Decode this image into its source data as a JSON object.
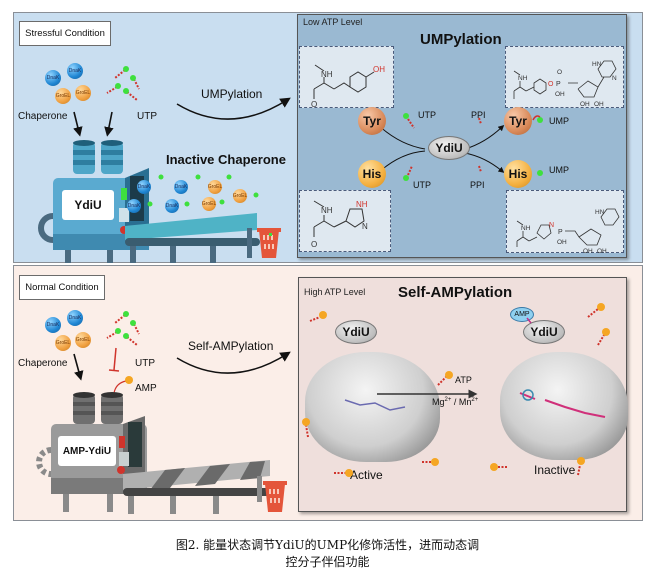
{
  "top_panel": {
    "condition_label": "Stressful Condition",
    "chaperone_label": "Chaperone",
    "utp_label": "UTP",
    "arrow_label": "UMPylation",
    "machine_label": "YdiU",
    "output_label": "Inactive Chaperone",
    "chaperones": [
      "DnaK",
      "DnaK",
      "GroEL",
      "GroEL"
    ],
    "belt_items": [
      "DnaK",
      "DnaK",
      "GroEL",
      "DnaK",
      "DnaK",
      "GroEL",
      "GroEL"
    ],
    "inner": {
      "level_label": "Low ATP Level",
      "title": "UMPylation",
      "enzyme": "YdiU",
      "tyr_label": "Tyr",
      "his_label": "His",
      "utp_label_top": "UTP",
      "ppi_label_top": "PPI",
      "utp_label_bottom": "UTP",
      "ppi_label_bottom": "PPI",
      "ump_label_top": "UMP",
      "ump_label_bottom": "UMP",
      "structures": {
        "tyr_substrate": {
          "nh": "NH",
          "oh": "OH",
          "o": "O"
        },
        "his_substrate": {
          "nh": "NH",
          "nh_ring": "NH",
          "n": "N",
          "o": "O"
        },
        "tyr_product": {
          "nh": "NH",
          "o": "O",
          "p": "P",
          "oh": "OH",
          "hn": "HN",
          "n": "N",
          "ribose_oh1": "OH",
          "ribose_oh2": "OH"
        },
        "his_product": {
          "nh": "NH",
          "n": "N",
          "p": "P",
          "oh": "OH",
          "hn": "HN",
          "ribose_oh1": "OH",
          "ribose_oh2": "OH"
        }
      }
    }
  },
  "bottom_panel": {
    "condition_label": "Normal Condition",
    "chaperone_label": "Chaperone",
    "utp_label": "UTP",
    "amp_label": "AMP",
    "arrow_label": "Self-AMPylation",
    "machine_label": "AMP-YdiU",
    "chaperones": [
      "DnaK",
      "DnaK",
      "GroEL",
      "GroEL"
    ],
    "inner": {
      "level_label": "High ATP Level",
      "title": "Self-AMPylation",
      "enzyme_left": "YdiU",
      "enzyme_right": "YdiU",
      "amp_tag": "AMP",
      "atp_label": "ATP",
      "cofactor_label": "Mg",
      "cofactor_sup": "2+",
      "cofactor_sep": " / Mn",
      "cofactor_sup2": "2+",
      "state_left": "Active",
      "state_right": "Inactive"
    }
  },
  "caption": {
    "line1": "图2. 能量状态调节YdiU的UMP化修饰活性，进而动态调",
    "line2": "控分子伴侣功能"
  },
  "colors": {
    "top_bg": "#c9def0",
    "top_inner_bg": "#9ab9d2",
    "bottom_bg": "#fbeee8",
    "bottom_inner_bg": "#efdfdc",
    "ump_green": "#3ee03e",
    "phosphate_red": "#d0342c",
    "amp_orange": "#f5a623",
    "basket_red": "#e4553a"
  }
}
